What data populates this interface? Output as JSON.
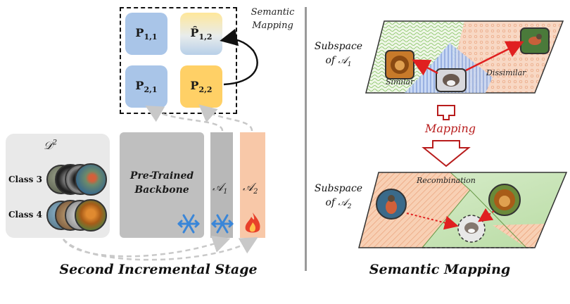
{
  "left": {
    "semantic_mapping_label": "Semantic Mapping",
    "tiles": {
      "p11": {
        "base": "P",
        "sub": "1,1"
      },
      "p12": {
        "base": "P̂",
        "sub": "1,2"
      },
      "p21": {
        "base": "P",
        "sub": "2,1"
      },
      "p22": {
        "base": "P",
        "sub": "2,2"
      }
    },
    "dataset_label": "𝒟",
    "dataset_sup": "2",
    "class3": "Class 3",
    "class4": "Class 4",
    "backbone_line1": "Pre-Trained",
    "backbone_line2": "Backbone",
    "a1_label": "𝒜",
    "a1_sub": "1",
    "a2_label": "𝒜",
    "a2_sub": "2",
    "caption": "Second Incremental Stage",
    "icons": {
      "frozen": "snowflake-icon",
      "trainable": "fire-icon"
    }
  },
  "right": {
    "subspace1_line1": "Subspace",
    "subspace1_line2": "of 𝒜",
    "subspace1_sub": "1",
    "similar": "Similar",
    "dissimilar": "Dissimilar",
    "mapping": "Mapping",
    "subspace2_line1": "Subspace",
    "subspace2_line2": "of 𝒜",
    "subspace2_sub": "2",
    "recombination": "Recombination",
    "caption": "Semantic Mapping"
  },
  "colors": {
    "blue_tile": "#a9c5e8",
    "yellow_tile": "#ffd066",
    "adapter1": "#b8b8b8",
    "adapter2": "#f8c8a8",
    "arrow_red": "#e02020",
    "mapping_red": "#b81c1c",
    "backbone_gray": "#bfbfbf"
  }
}
